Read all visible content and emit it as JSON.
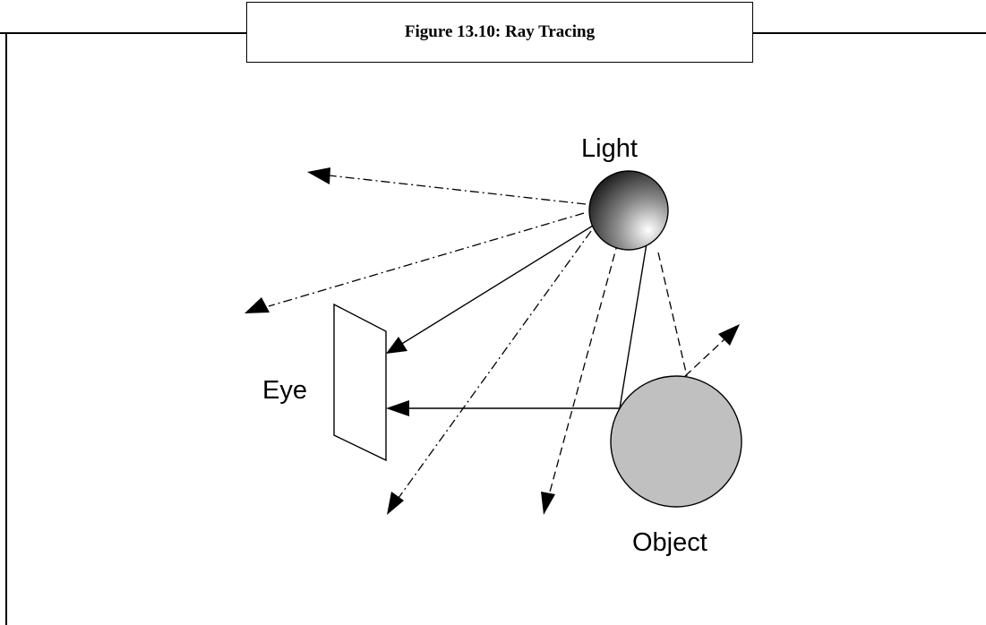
{
  "caption": {
    "text": "Figure 13.10: Ray Tracing"
  },
  "diagram": {
    "labels": {
      "light": "Light",
      "eye": "Eye",
      "object": "Object"
    },
    "colors": {
      "light_dark": "#111111",
      "light_mid": "#8a8a8a",
      "light_bright": "#ffffff",
      "object_fill": "#c0c0c0",
      "line": "#000000"
    },
    "icons": {
      "light": "sphere-gradient",
      "object": "sphere-gray",
      "eye": "screen-plane"
    }
  }
}
